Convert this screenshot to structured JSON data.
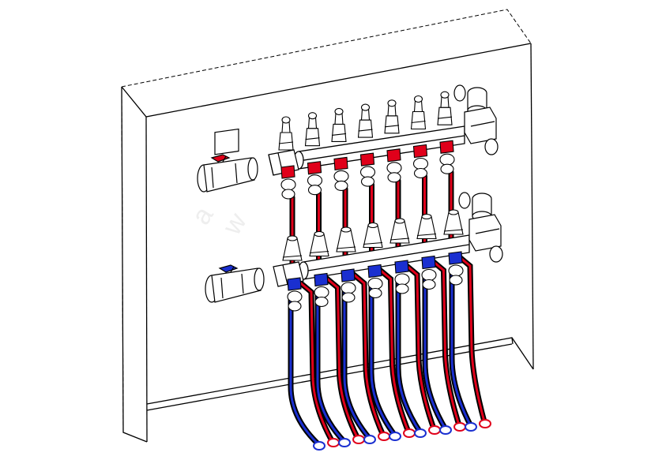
{
  "diagram": {
    "subject": "underfloor-heating-manifold-in-cabinet",
    "colors": {
      "outline": "#000000",
      "background": "#ffffff",
      "flow_pipe": "#e0001a",
      "return_pipe": "#1a2fd0",
      "watermark": "#d6d6d6"
    },
    "circuits": {
      "upper_outlets": 7,
      "lower_outlets": 7
    }
  }
}
